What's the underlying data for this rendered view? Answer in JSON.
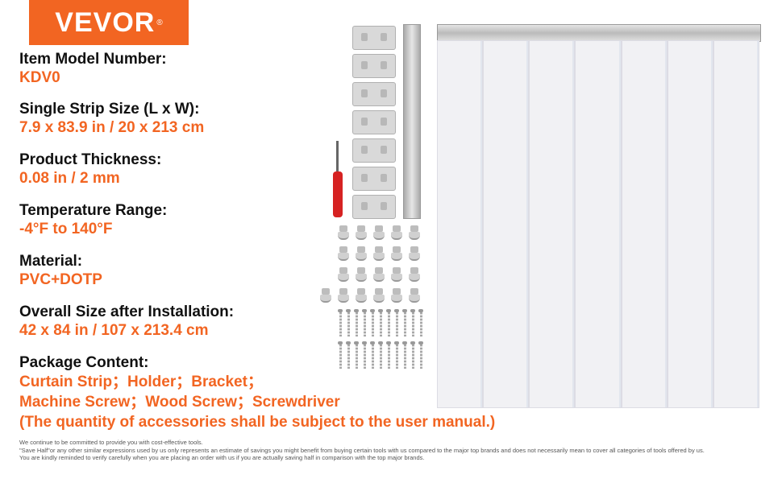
{
  "brand": {
    "name": "VEVOR",
    "mark": "®"
  },
  "specs": [
    {
      "label": "Item Model Number:",
      "value": "KDV0"
    },
    {
      "label": "Single Strip Size (L x W):",
      "value": "7.9 x 83.9 in / 20 x 213 cm"
    },
    {
      "label": "Product Thickness:",
      "value": "0.08 in / 2 mm"
    },
    {
      "label": "Temperature Range:",
      "value": "-4°F to 140°F"
    },
    {
      "label": "Material:",
      "value": "PVC+DOTP"
    },
    {
      "label": "Overall Size after Installation:",
      "value": "42 x 84 in / 107 x 213.4 cm"
    }
  ],
  "package": {
    "label": "Package Content:",
    "lines": [
      "Curtain Strip；Holder；Bracket；",
      "Machine Screw；Wood Screw；Screwdriver",
      "(The quantity of accessories shall be subject to the user manual.)"
    ]
  },
  "disclaimer": [
    "We continue to be committed to provide you with cost-effective tools.",
    "\"Save Half\"or any other similar expressions used by us only represents an estimate of savings you might benefit from buying certain tools with us compared to the major top brands and does not necessarily mean to cover all categories of tools offered by us.",
    "You are kindly reminded to verify carefully when you are placing an order with us if you are actually saving half in comparison with the top major brands."
  ],
  "colors": {
    "accent": "#f26522",
    "text": "#111111"
  }
}
